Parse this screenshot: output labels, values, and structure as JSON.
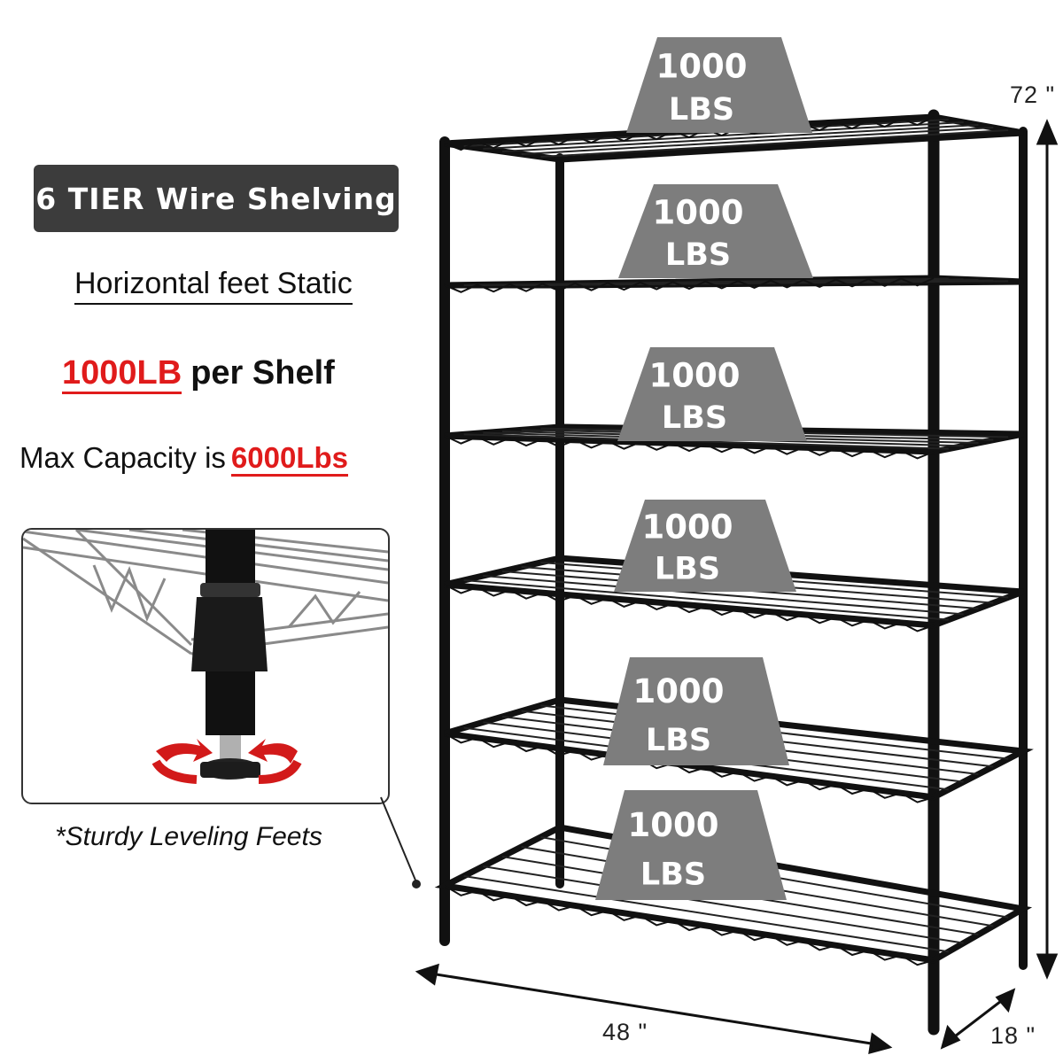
{
  "title": "6 TIER Wire Shelving",
  "feet_text": "Horizontal feet Static",
  "per_shelf": {
    "highlight": "1000LB",
    "rest": "per Shelf"
  },
  "capacity": {
    "prefix": "Max Capacity is",
    "value": "6000Lbs"
  },
  "caption": "*Sturdy Leveling Feets",
  "dimensions": {
    "height": "72 \"",
    "width": "48 \"",
    "depth": "18 \""
  },
  "weights": [
    {
      "value": "1000",
      "unit": "LBS"
    },
    {
      "value": "1000",
      "unit": "LBS"
    },
    {
      "value": "1000",
      "unit": "LBS"
    },
    {
      "value": "1000",
      "unit": "LBS"
    },
    {
      "value": "1000",
      "unit": "LBS"
    },
    {
      "value": "1000",
      "unit": "LBS"
    }
  ],
  "colors": {
    "accent_red": "#e01b1b",
    "badge_bg": "#3c3c3c",
    "weight_gray": "#7d7d7d",
    "frame": "#111111"
  },
  "shelf_count": 6
}
